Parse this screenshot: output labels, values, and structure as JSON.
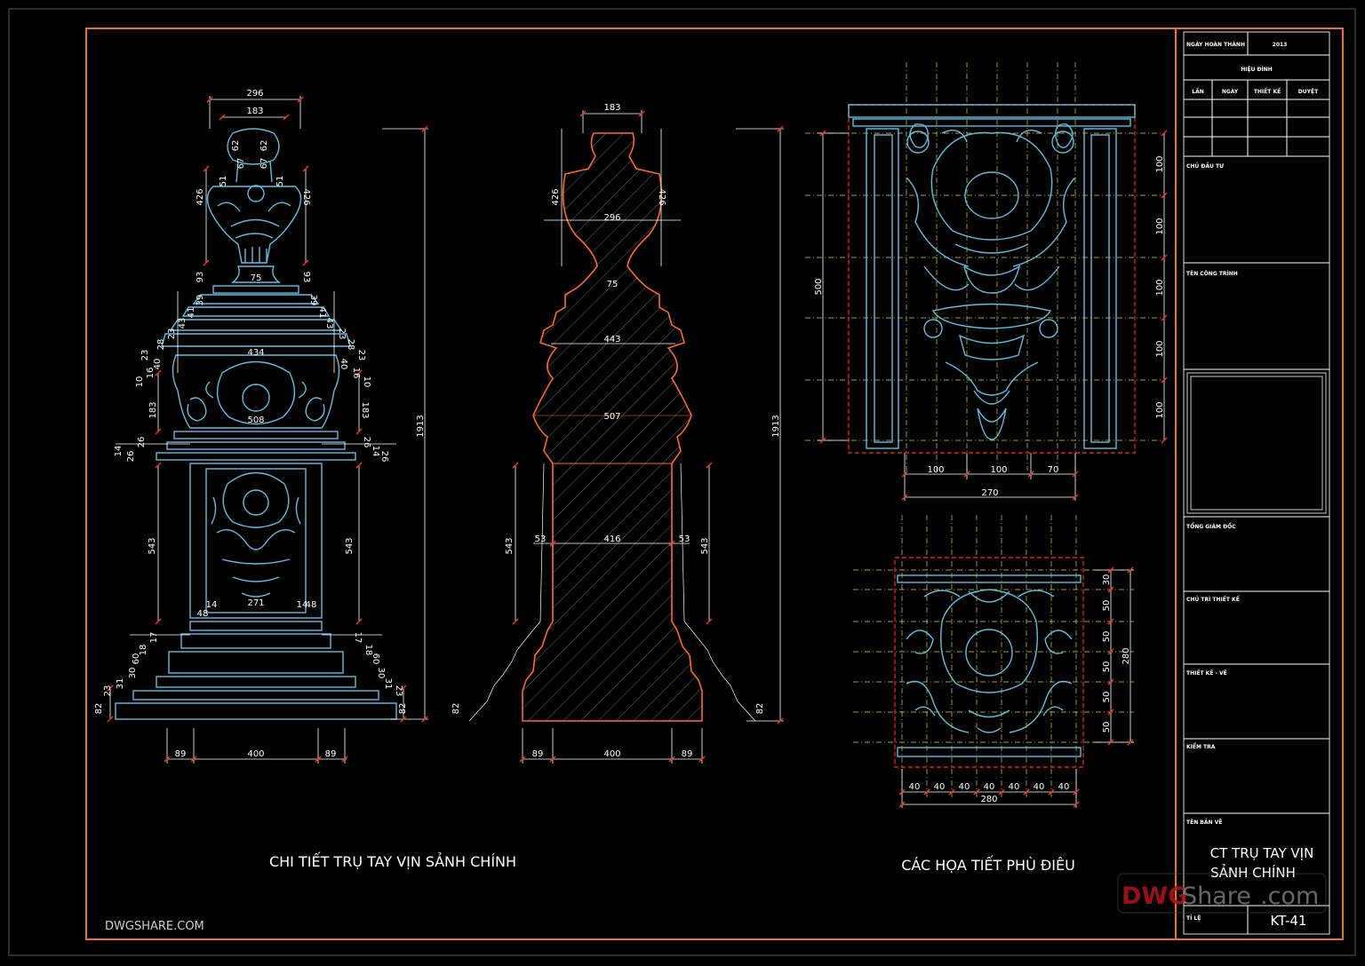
{
  "drawing": {
    "caption_left": "CHI TIẾT TRỤ TAY VỊN SẢNH CHÍNH",
    "caption_right": "CÁC HỌA TIẾT PHÙ ĐIÊU",
    "site_mark": "DWGSHARE.COM",
    "watermark": {
      "part1": "DWG",
      "part2": "Share",
      "part3": ".com"
    }
  },
  "colors": {
    "border": "#e8742a",
    "ornament": "#5fc0e0",
    "dimension": "#ffffff",
    "dim_tick": "#ff2a2a",
    "centerline": "#d6d64a",
    "section_hatch": "#ff6a2a"
  },
  "elevation": {
    "top_width": "296",
    "neck_width": "183",
    "knob_a": "62",
    "knob_b": "62",
    "knob_c": "67",
    "knob_d": "67",
    "side_a": "51",
    "side_b": "51",
    "urn_height": "426",
    "urn_height_r": "426",
    "stem": "75",
    "cap_a": "93",
    "cap_b": "39",
    "cap_c": "41",
    "cap_d": "43",
    "cap_e": "23",
    "cap_f": "28",
    "cap_g": "23",
    "cap_h": "40",
    "cap_i": "16",
    "cap_j": "10",
    "cap_width": "434",
    "mid_height": "183",
    "mid_width": "508",
    "band_a": "26",
    "band_b": "14",
    "band_c": "26",
    "total_height": "1913",
    "shaft_height": "543",
    "shaft_inner": "271",
    "shaft_side": "14",
    "shaft_side2": "48",
    "base_a": "17",
    "base_b": "18",
    "base_c": "60",
    "base_d": "30",
    "base_e": "31",
    "base_f": "23",
    "base_g": "82",
    "bot_left": "89",
    "bot_mid": "400",
    "bot_right": "89"
  },
  "section": {
    "top_width": "183",
    "urn_width": "296",
    "stem": "75",
    "cap_width": "443",
    "mid_width": "507",
    "shaft_width": "416",
    "shaft_side": "53",
    "urn_height": "426",
    "shaft_height": "543",
    "total_height": "1913",
    "bot_left": "89",
    "bot_mid": "400",
    "bot_right": "89",
    "base": "82"
  },
  "panel_a": {
    "rows": [
      "100",
      "100",
      "100",
      "100",
      "100"
    ],
    "height": "500",
    "cols": [
      "100",
      "100",
      "70"
    ],
    "width": "270"
  },
  "panel_b": {
    "rows": [
      "30",
      "50",
      "50",
      "50",
      "50",
      "50"
    ],
    "height": "280",
    "cols": [
      "40",
      "40",
      "40",
      "40",
      "40",
      "40",
      "40"
    ],
    "width": "280"
  },
  "title_block": {
    "completion_label": "NGÀY HOÀN THÀNH",
    "completion_year": "2013",
    "revision_label": "HIỆU ĐÍNH",
    "rev_cols": [
      "LẦN",
      "NGÀY",
      "THIẾT KẾ",
      "DUYỆT"
    ],
    "investor_label": "CHỦ ĐẦU TƯ",
    "project_label": "TÊN CÔNG TRÌNH",
    "director_label": "TỔNG GIÁM ĐỐC",
    "lead_label": "CHỦ TRÌ THIẾT KẾ",
    "designer_label": "THIẾT KẾ - VẼ",
    "checker_label": "KIỂM TRA",
    "sheet_name_label": "TÊN BẢN VẼ",
    "sheet_name_1": "CT TRỤ TAY VỊN",
    "sheet_name_2": "SẢNH CHÍNH",
    "scale_label": "TỈ LỆ",
    "sheet_no": "KT-41"
  }
}
